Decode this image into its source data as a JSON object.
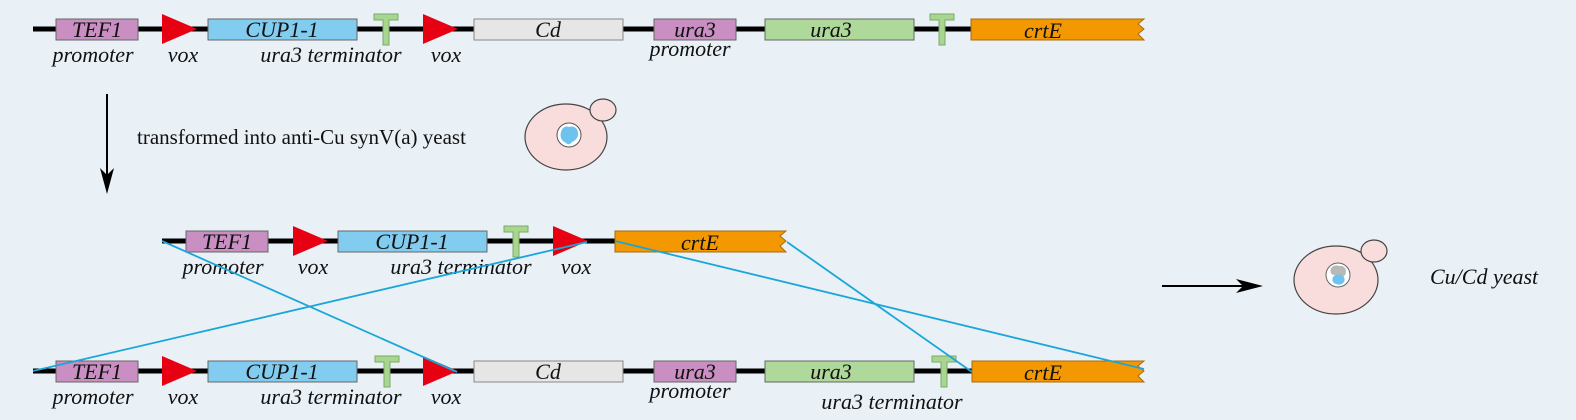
{
  "colors": {
    "background": "#e9f1f7",
    "promoter": "#c98fc2",
    "cup1": "#82ccf0",
    "cd": "#e6e6e6",
    "ura3_gene": "#afd89b",
    "crtE": "#f39800",
    "vox": "#e60012",
    "terminator": "#a8d68f",
    "recombination_line": "#1aa6d9",
    "cell": "#f9dcdc",
    "nucleus_dots": "#6ec3ee"
  },
  "constructs": [
    {
      "id": "top-construct",
      "elements": [
        {
          "type": "promoter",
          "label": "TEF1",
          "sublabel": "promoter"
        },
        {
          "type": "vox",
          "sublabel": "vox"
        },
        {
          "type": "cup1",
          "label": "CUP1-1"
        },
        {
          "type": "terminator",
          "sublabel": "ura3 terminator"
        },
        {
          "type": "vox",
          "sublabel": "vox"
        },
        {
          "type": "cd",
          "label": "Cd"
        },
        {
          "type": "promoter",
          "label": "ura3",
          "sublabel": "promoter"
        },
        {
          "type": "ura3_gene",
          "label": "ura3"
        },
        {
          "type": "terminator"
        },
        {
          "type": "crtE",
          "label": "crtE"
        }
      ]
    },
    {
      "id": "middle-construct",
      "elements": [
        {
          "type": "promoter",
          "label": "TEF1",
          "sublabel": "promoter"
        },
        {
          "type": "vox",
          "sublabel": "vox"
        },
        {
          "type": "cup1",
          "label": "CUP1-1"
        },
        {
          "type": "terminator",
          "sublabel": "ura3 terminator"
        },
        {
          "type": "vox",
          "sublabel": "vox"
        },
        {
          "type": "crtE",
          "label": "crtE"
        }
      ]
    },
    {
      "id": "bottom-construct",
      "elements": [
        {
          "type": "promoter",
          "label": "TEF1",
          "sublabel": "promoter"
        },
        {
          "type": "vox",
          "sublabel": "vox"
        },
        {
          "type": "cup1",
          "label": "CUP1-1"
        },
        {
          "type": "terminator",
          "sublabel": "ura3 terminator"
        },
        {
          "type": "vox",
          "sublabel": "vox"
        },
        {
          "type": "cd",
          "label": "Cd"
        },
        {
          "type": "promoter",
          "label": "ura3",
          "sublabel": "promoter"
        },
        {
          "type": "ura3_gene",
          "label": "ura3"
        },
        {
          "type": "terminator",
          "sublabel": "ura3 terminator"
        },
        {
          "type": "crtE",
          "label": "crtE"
        }
      ]
    }
  ],
  "transformation_text": "transformed into anti-Cu synV(a) yeast",
  "result_text": "Cu/Cd yeast",
  "icons": {
    "down_arrow": "arrow-down-icon",
    "right_arrow": "arrow-right-icon",
    "yeast_cell": "yeast-cell-icon"
  }
}
